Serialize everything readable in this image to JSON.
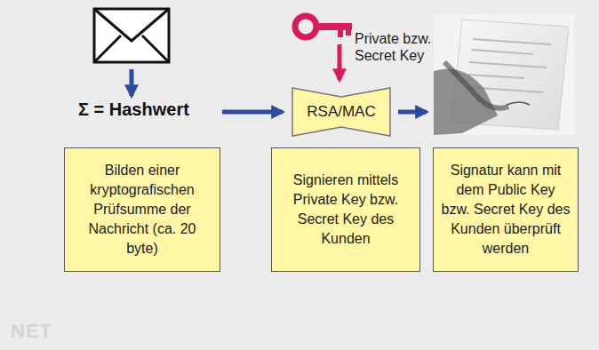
{
  "diagram": {
    "nodes": [
      {
        "text": [
          "RSA/MAC"
        ]
      },
      {
        "text": [
          "Bilden einer kryptografischen Prüfsumme der Nachricht (ca. 20 byte)"
        ]
      },
      {
        "text": [
          "Signieren mittels Private Key bzw. Secret Key des Kunden"
        ]
      },
      {
        "text": [
          "Signatur kann mit dem Public Key bzw. Secret Key des Kunden überprüft werden"
        ]
      }
    ],
    "labels": [
      "Σ = Hashwert",
      "Private bzw. Secret Key",
      "NET"
    ]
  }
}
